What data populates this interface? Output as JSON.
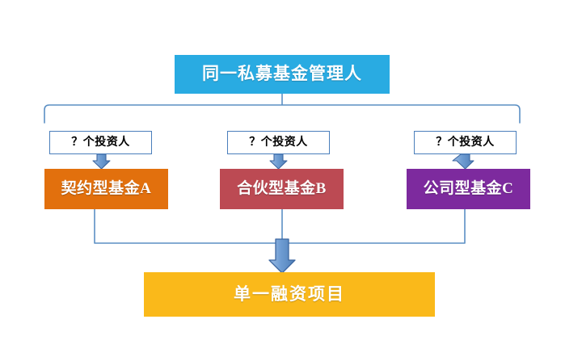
{
  "diagram": {
    "title_box": {
      "label": "同一私募基金管理人",
      "color": "#29ABE2",
      "text_color": "#ffffff"
    },
    "investor_boxes": [
      {
        "label": "？个投资人",
        "border_color": "#4A7EBB",
        "text_color": "#000000"
      },
      {
        "label": "？个投资人",
        "border_color": "#4A7EBB",
        "text_color": "#000000"
      },
      {
        "label": "？个投资人",
        "border_color": "#4A7EBB",
        "text_color": "#000000"
      }
    ],
    "fund_boxes": [
      {
        "label": "契约型基金A",
        "color": "#E2700D",
        "text_color": "#ffffff"
      },
      {
        "label": "合伙型基金B",
        "color": "#BC4A53",
        "text_color": "#ffffff"
      },
      {
        "label": "公司型基金C",
        "color": "#7D2A9E",
        "text_color": "#ffffff"
      }
    ],
    "project_box": {
      "label": "单一融资项目",
      "color": "#FAB91A",
      "text_color": "#ffffff"
    },
    "connectors": {
      "line_color": "#5B8FC4",
      "arrow_fill": "#7BA7D7",
      "arrow_stroke": "#3C66A0",
      "bracket_note": "rounded brace from manager box spanning the three investor boxes",
      "merge_note": "three fund boxes merge into one down arrow into project box"
    },
    "background_color": "#ffffff"
  }
}
